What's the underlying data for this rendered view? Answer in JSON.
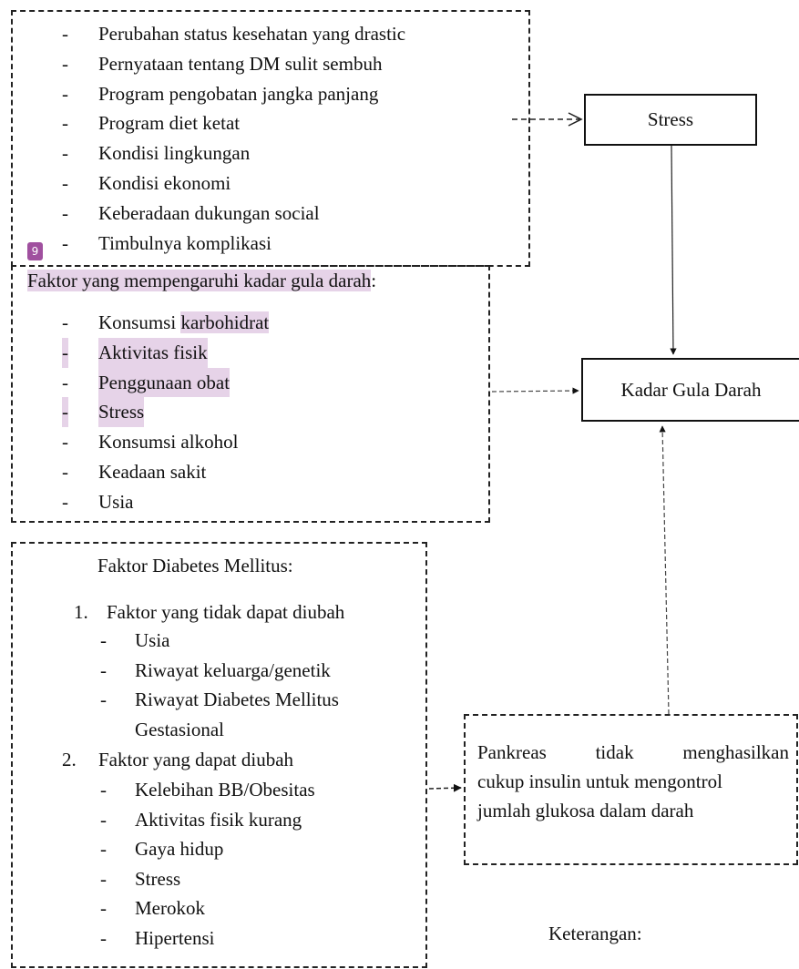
{
  "stress_factors": {
    "items": [
      "Perubahan status kesehatan yang drastic",
      "Pernyataan tentang DM sulit sembuh",
      "Program pengobatan jangka panjang",
      "Program diet ketat",
      "Kondisi lingkungan",
      "Kondisi ekonomi",
      "Keberadaan dukungan social",
      "Timbulnya komplikasi"
    ]
  },
  "comment_badge": "9",
  "blood_sugar_factors": {
    "title": "Faktor yang mempengaruhi kadar gula darah",
    "title_suffix": ":",
    "item0_prefix": "Konsumsi ",
    "item0_highlight": "karbohidrat",
    "items": [
      "Aktivitas fisik",
      "Penggunaan obat",
      "Stress",
      "Konsumsi alkohol",
      "Keadaan sakit",
      "Usia"
    ]
  },
  "stress_box": {
    "label": "Stress"
  },
  "blood_sugar_box": {
    "label": "Kadar Gula Darah"
  },
  "dm_factors": {
    "title": "Faktor Diabetes Mellitus:",
    "group1": {
      "number": "1.",
      "label": "Faktor yang tidak dapat diubah",
      "items": [
        "Usia",
        "Riwayat keluarga/genetik",
        "Riwayat Diabetes Mellitus",
        "Gestasional"
      ]
    },
    "group2": {
      "number": "2.",
      "label": "Faktor yang dapat diubah",
      "items": [
        "Kelebihan BB/Obesitas",
        "Aktivitas fisik kurang",
        "Gaya hidup",
        "Stress",
        "Merokok",
        "Hipertensi"
      ]
    }
  },
  "pancreas_box": {
    "line1": "Pankreas tidak menghasilkan",
    "line2": "cukup insulin untuk mengontrol",
    "line3": "jumlah glukosa dalam darah"
  },
  "legend": {
    "title": "Keterangan:"
  },
  "bullet_glyph": "-",
  "colors": {
    "highlight": "#e6d3e8",
    "badge": "#a0509f",
    "line": "#222222"
  }
}
